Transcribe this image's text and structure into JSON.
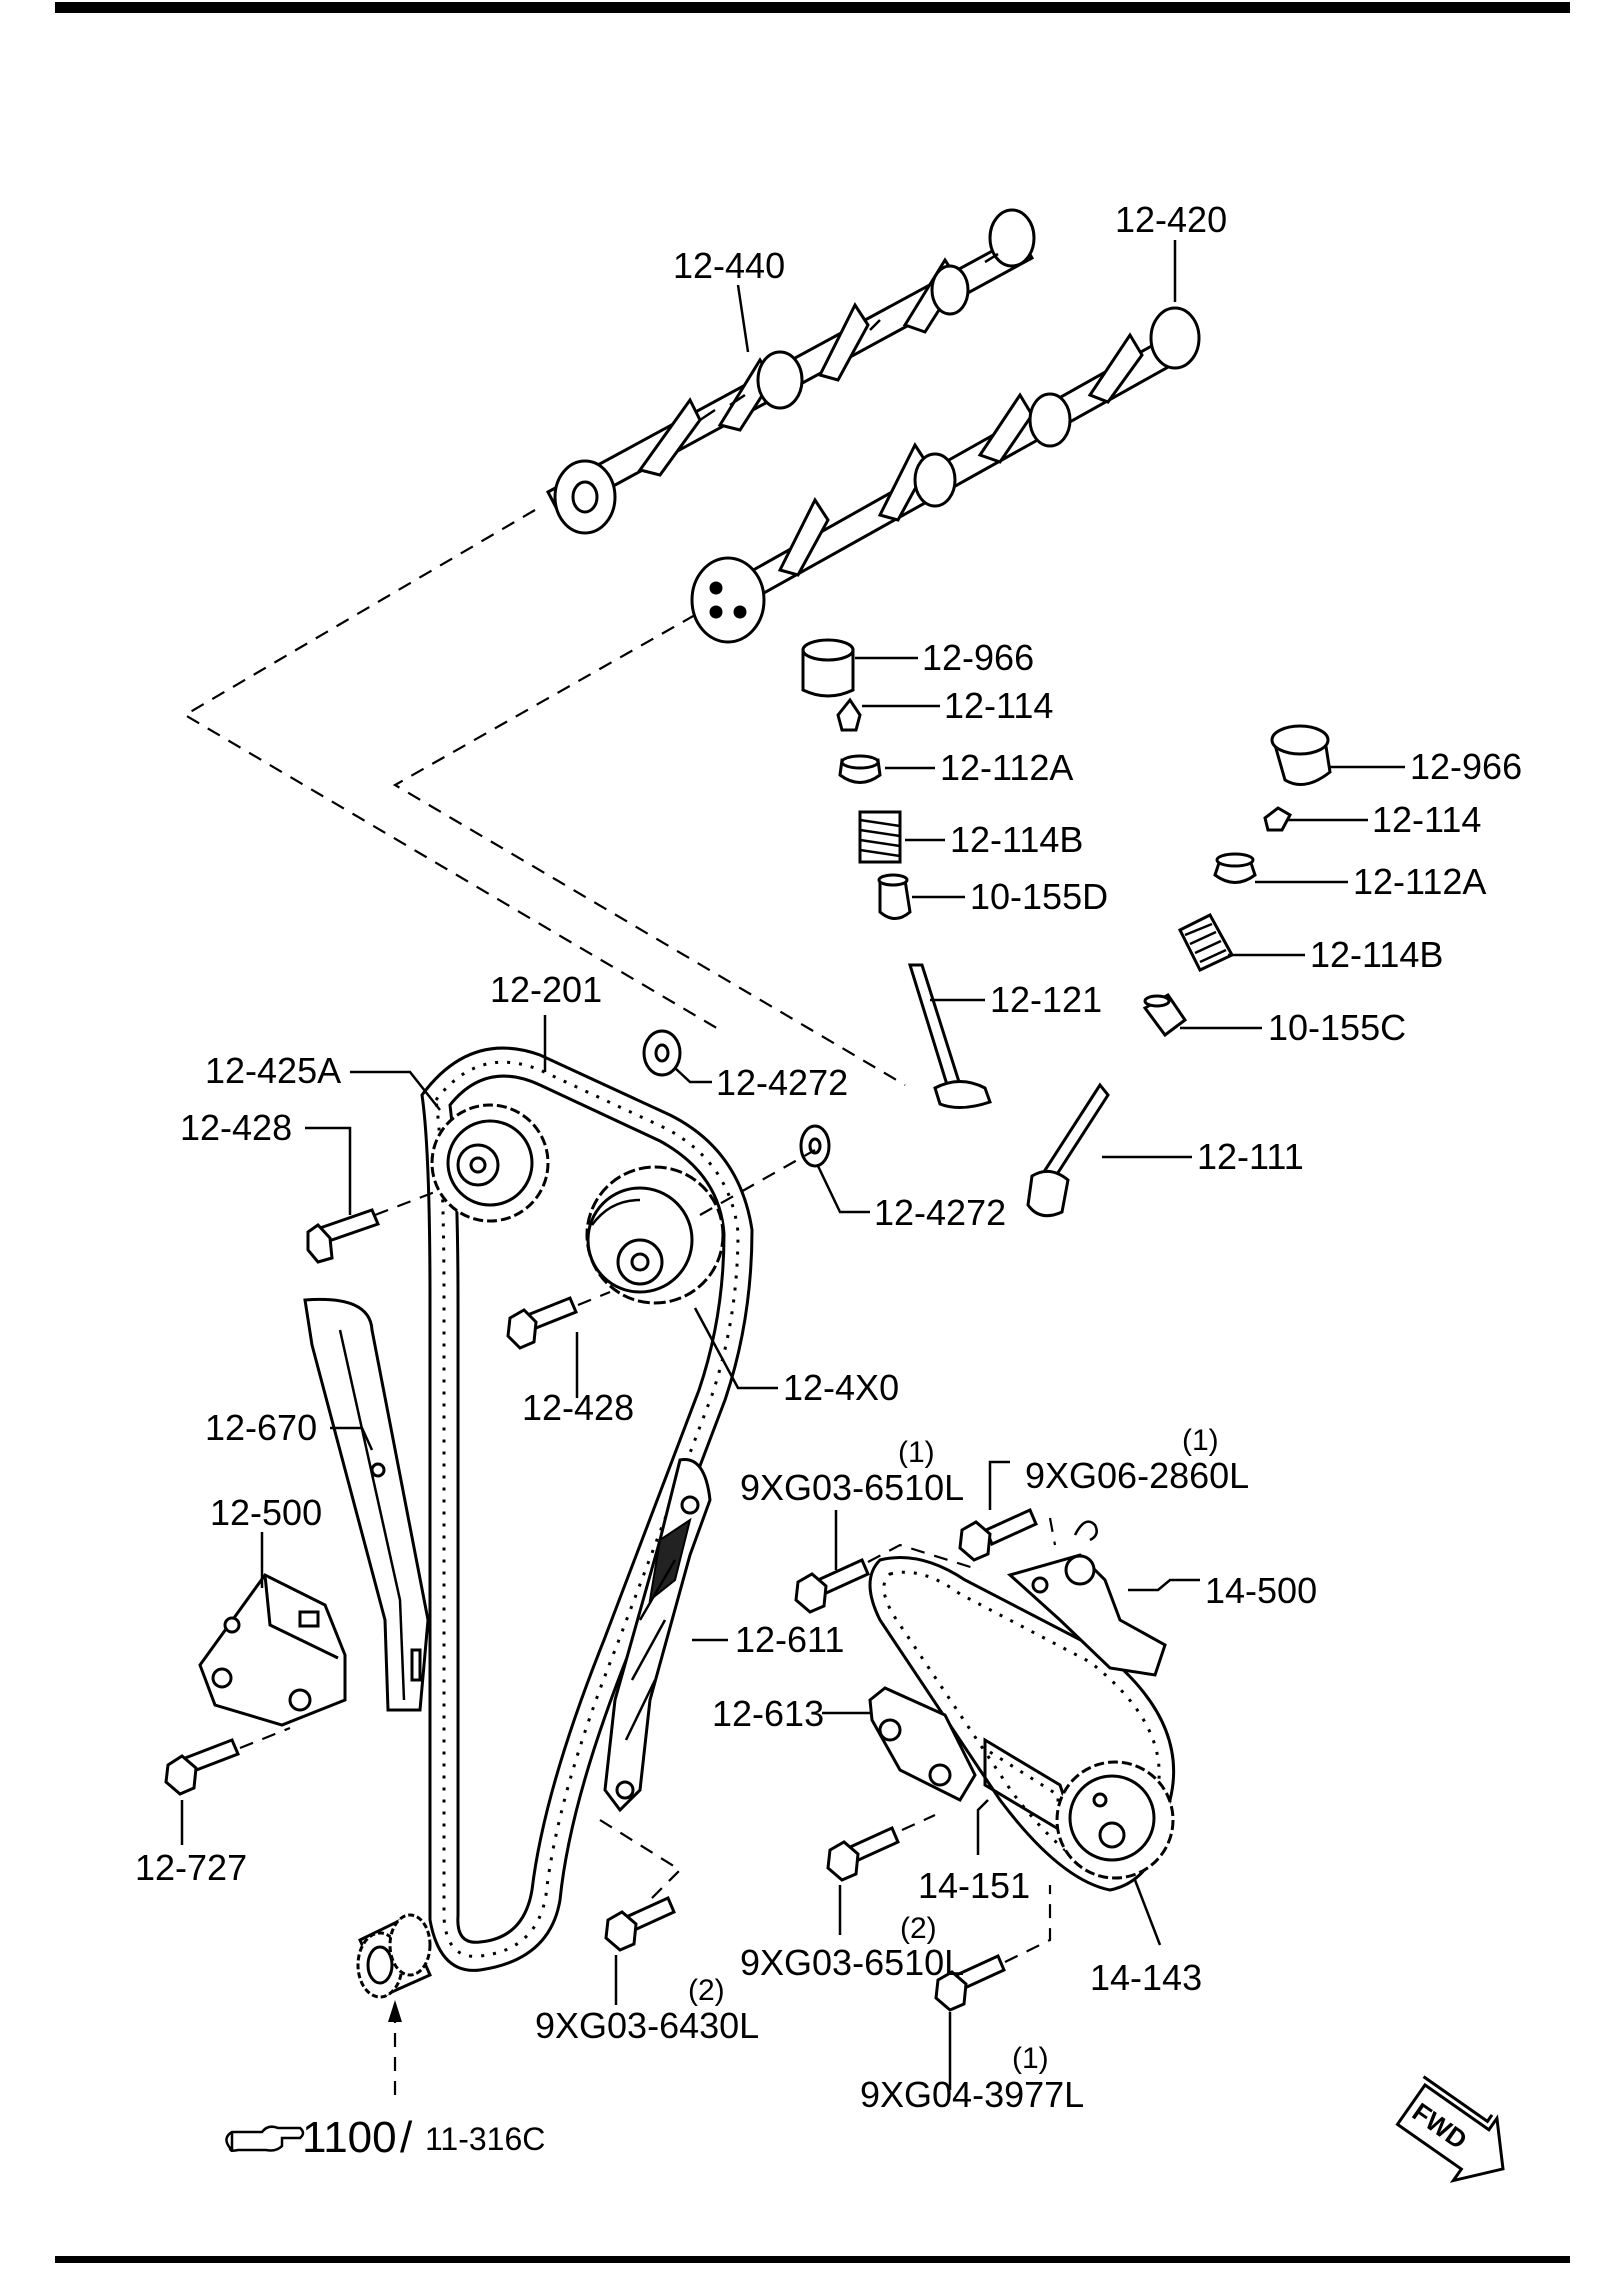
{
  "labels": {
    "p12_440": "12-440",
    "p12_420": "12-420",
    "p12_966_a": "12-966",
    "p12_114_a": "12-114",
    "p12_112a_a": "12-112A",
    "p12_114b_a": "12-114B",
    "p10_155d": "10-155D",
    "p12_121": "12-121",
    "p12_966_b": "12-966",
    "p12_114_b": "12-114",
    "p12_112a_b": "12-112A",
    "p12_114b_b": "12-114B",
    "p10_155c": "10-155C",
    "p12_111": "12-111",
    "p12_201": "12-201",
    "p12_425a": "12-425A",
    "p12_4272_a": "12-4272",
    "p12_428_a": "12-428",
    "p12_4272_b": "12-4272",
    "p12_428_b": "12-428",
    "p12_4x0": "12-4X0",
    "p12_670": "12-670",
    "p12_500": "12-500",
    "p9xg03_6510l_a": "9XG03-6510L",
    "p9xg03_6510l_a_qty": "(1)",
    "p9xg06_2860l": "9XG06-2860L",
    "p9xg06_2860l_qty": "(1)",
    "p14_500": "14-500",
    "p12_611": "12-611",
    "p12_613": "12-613",
    "p12_727": "12-727",
    "p14_151": "14-151",
    "p9xg03_6510l_b": "9XG03-6510L",
    "p9xg03_6510l_b_qty": "(2)",
    "p14_143": "14-143",
    "p9xg03_6430l": "9XG03-6430L",
    "p9xg03_6430l_qty": "(2)",
    "p9xg04_3977l": "9XG04-3977L",
    "p9xg04_3977l_qty": "(1)"
  },
  "reference": {
    "main": "1100",
    "separator": "/",
    "sub": "11-316C"
  },
  "fwd_badge": "FWD"
}
